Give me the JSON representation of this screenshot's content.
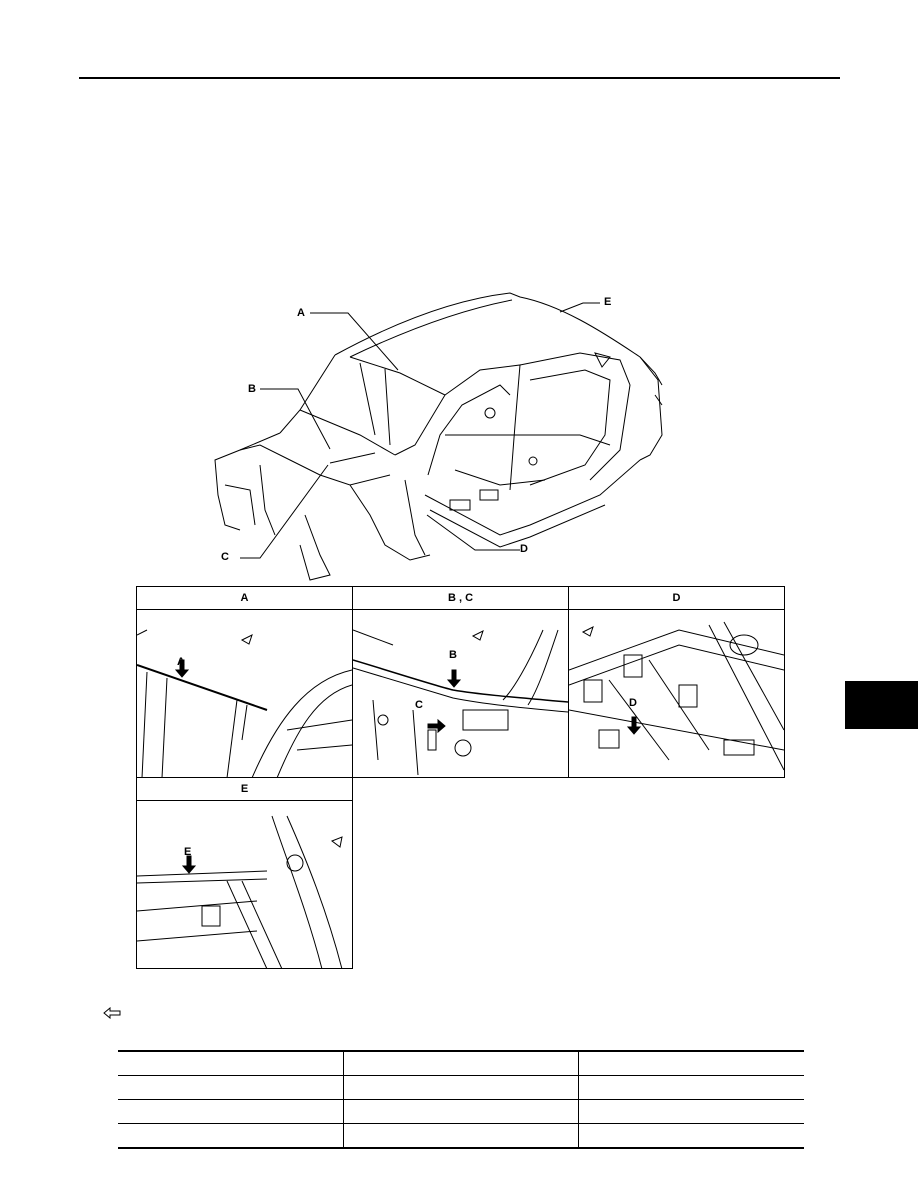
{
  "callouts": {
    "a": "A",
    "b": "B",
    "c": "C",
    "d": "D",
    "e": "E"
  },
  "panels": {
    "a": {
      "title": "A",
      "marker": "A"
    },
    "bc": {
      "title": "B , C",
      "marker_b": "B",
      "marker_c": "C"
    },
    "d": {
      "title": "D",
      "marker": "D"
    },
    "e": {
      "title": "E",
      "marker": "E"
    }
  },
  "legend": {
    "icon": "front-arrow-icon"
  },
  "table": {
    "columns": 3,
    "rows": [
      [
        "",
        "",
        ""
      ],
      [
        "",
        "",
        ""
      ],
      [
        "",
        "",
        ""
      ],
      [
        "",
        "",
        ""
      ]
    ]
  }
}
